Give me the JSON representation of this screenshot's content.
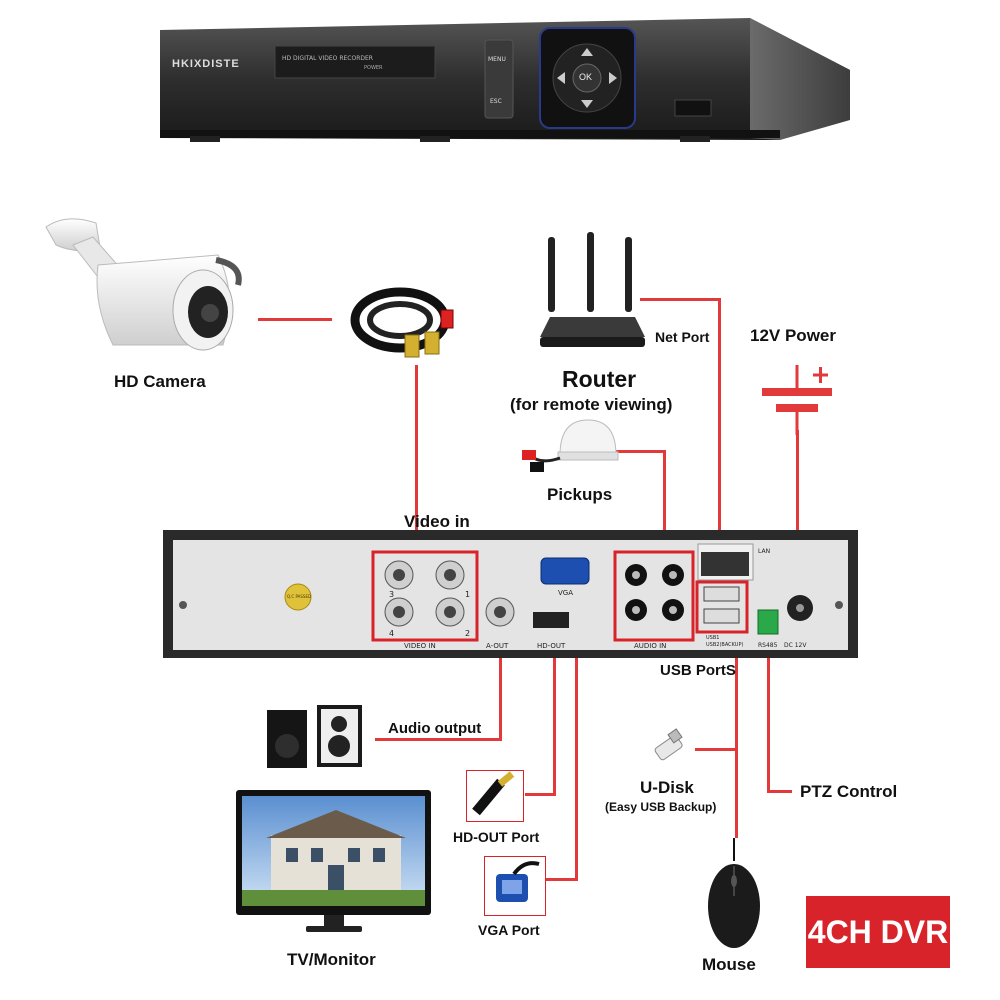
{
  "dvr_front": {
    "brand": "HKIXDISTE",
    "display_text": "HD DIGITAL VIDEO RECORDER",
    "power_text": "POWER",
    "menu_label": "MENU",
    "esc_label": "ESC",
    "ok_label": "OK"
  },
  "labels": {
    "hd_camera": "HD Camera",
    "net_port": "Net Port",
    "power_12v": "12V Power",
    "router": "Router",
    "router_sub": "(for remote viewing)",
    "pickups": "Pickups",
    "video_in": "Video in",
    "usb_ports": "USB PortS",
    "audio_output": "Audio output",
    "u_disk": "U-Disk",
    "u_disk_sub": "(Easy USB Backup)",
    "ptz_control": "PTZ Control",
    "hd_out_port": "HD-OUT Port",
    "vga_port": "VGA Port",
    "tv_monitor": "TV/Monitor",
    "mouse": "Mouse",
    "badge": "4CH DVR"
  },
  "rear_panel": {
    "video_in": "VIDEO IN",
    "a_out": "A-OUT",
    "hd_out": "HD-OUT",
    "vga": "VGA",
    "audio_in": "AUDIO IN",
    "lan": "LAN",
    "usb1": "USB1",
    "usb2": "USB2(BACKUP)",
    "rs485": "RS485",
    "dc12v": "DC 12V",
    "qc": "Q.C PASSED",
    "ch1": "1",
    "ch2": "2",
    "ch3": "3",
    "ch4": "4"
  },
  "colors": {
    "wire": "#e23a3a",
    "badge": "#d9232a",
    "frame": "#d9232a"
  }
}
